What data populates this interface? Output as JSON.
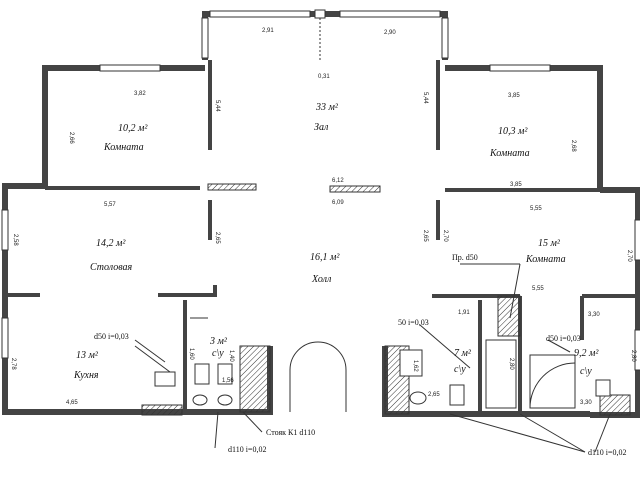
{
  "rooms": {
    "zal": {
      "area": "33 м²",
      "name": "Зал"
    },
    "room_left": {
      "area": "10,2 м²",
      "name": "Комната"
    },
    "room_right": {
      "area": "10,3 м²",
      "name": "Комната"
    },
    "dining": {
      "area": "14,2 м²",
      "name": "Столовая"
    },
    "hall": {
      "area": "16,1 м²",
      "name": "Холл"
    },
    "room_right2": {
      "area": "15 м²",
      "name": "Комната"
    },
    "kitchen": {
      "area": "13 м²",
      "name": "Кухня"
    },
    "bath_left": {
      "area": "3 м²",
      "name": "с\\у"
    },
    "bath_mid": {
      "area": "7 м²",
      "name": "с\\у"
    },
    "bath_right": {
      "area": "9,2 м²",
      "name": "с\\у"
    }
  },
  "dimensions": {
    "top_left": "2,91",
    "top_right": "2,90",
    "center_031": "0,31",
    "left_382": "3,82",
    "left_544": "5,44",
    "right_544": "5,44",
    "right_385_top": "3,85",
    "left_266": "2,66",
    "right_268": "2,68",
    "center_612": "6,12",
    "center_609": "6,09",
    "right_385_mid": "3,85",
    "left_557": "5,57",
    "right_555_top": "5,55",
    "left_258": "2,58",
    "left_265": "2,65",
    "center_265": "2,65",
    "center_270": "2,70",
    "right_270": "2,70",
    "right_555_mid": "5,55",
    "mid_191": "1,91",
    "right_330_top": "3,30",
    "left_278": "2,78",
    "kitchen_465": "4,65",
    "bath_140": "1,40",
    "bath_156": "1,56",
    "bath_162": "1,62",
    "bath_265b": "2,65",
    "bath_280": "2,80",
    "bath_right_280": "2,80",
    "bath_right_330": "3,30",
    "bath_160": "1,60"
  },
  "notes": {
    "d50_left": "d50 i=0,03",
    "d50_mid": "50 i=0,03",
    "d50_right": "d50 i=0,03",
    "pr_d50": "Пр. d50",
    "riser": "Стояк К1 d110",
    "d110_left": "d110 i=0,02",
    "d110_right": "d110 i=0,02"
  }
}
